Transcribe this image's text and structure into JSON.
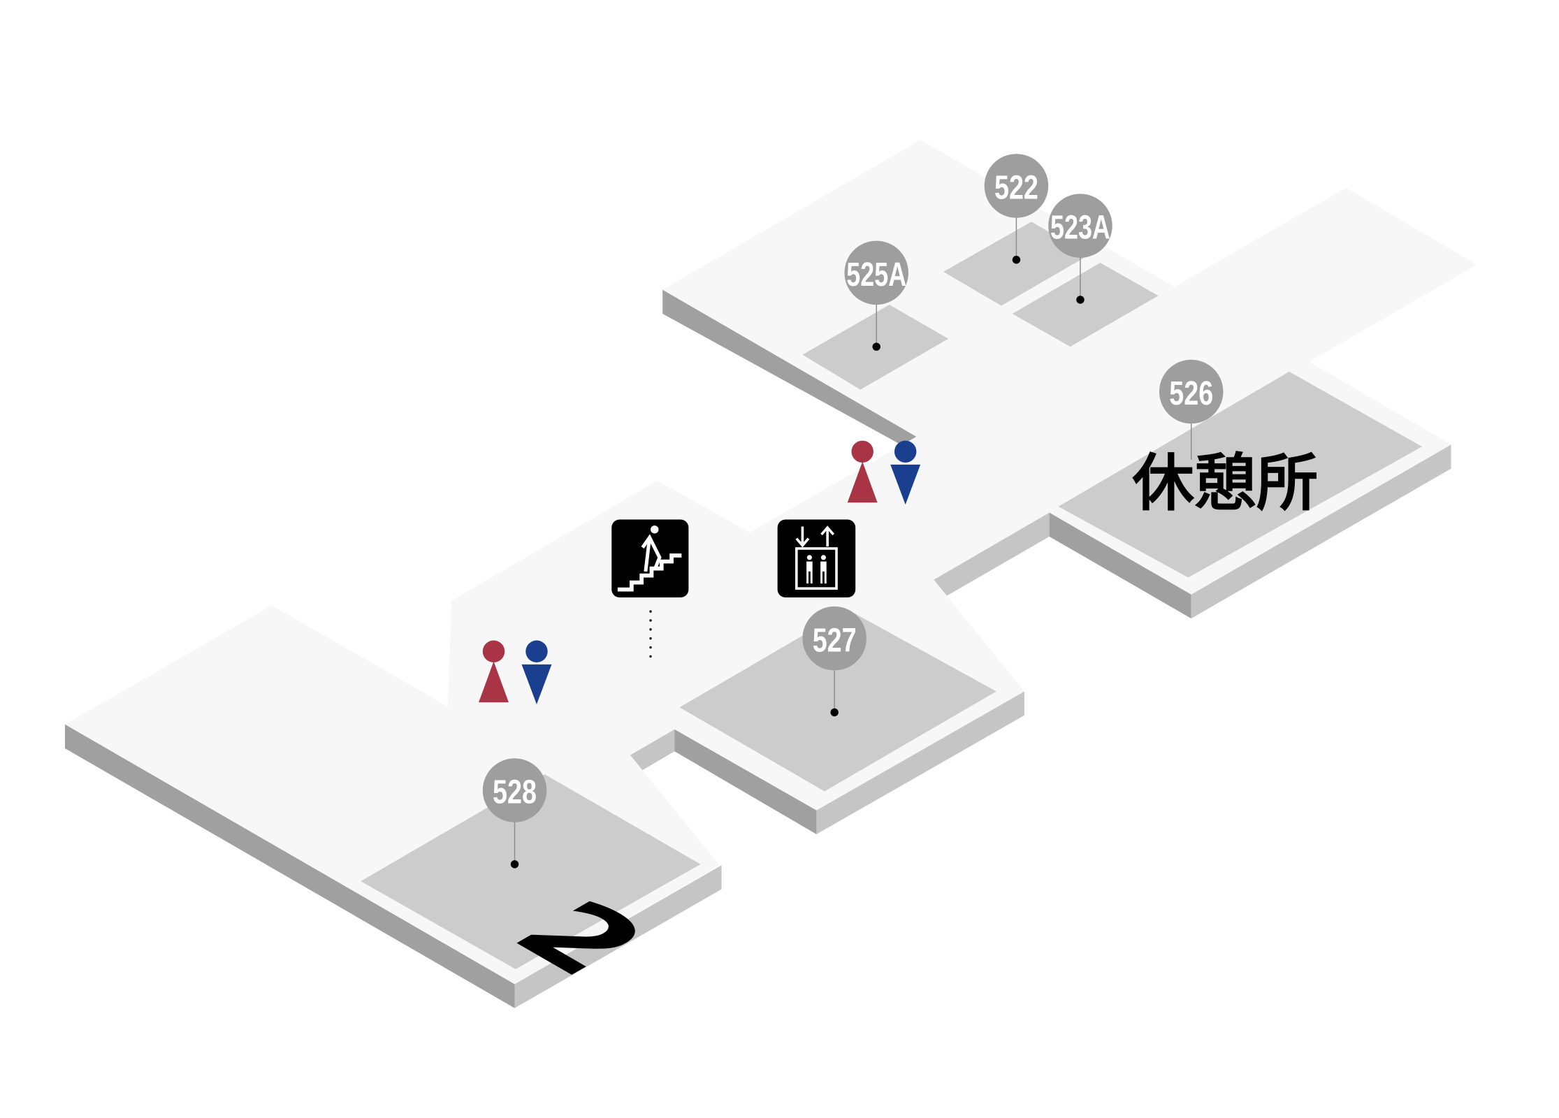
{
  "rooms": {
    "r522": "522",
    "r523a": "523A",
    "r525a": "525A",
    "r526": "526",
    "r527": "527",
    "r528": "528"
  },
  "labels": {
    "lounge": "休憩所",
    "floor_number": "2"
  },
  "icons": [
    "female-restroom-icon",
    "male-restroom-icon",
    "stairs-icon",
    "elevator-icon"
  ],
  "colors": {
    "female": "#a93445",
    "male": "#1b3f8f",
    "pin": "#9e9e9e",
    "room": "#cccccc",
    "floor": "#f7f7f7"
  }
}
